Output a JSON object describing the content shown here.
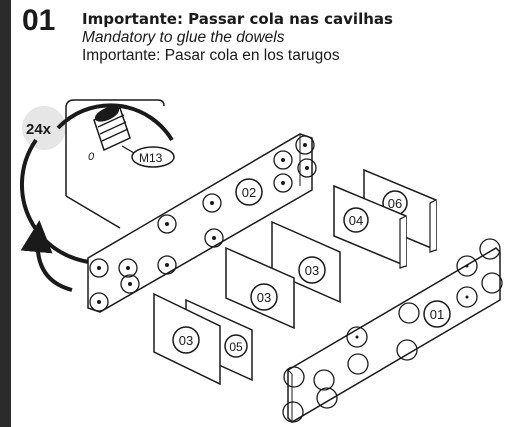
{
  "step": {
    "number": "01"
  },
  "instructions": {
    "pt": "Importante: Passar cola nas cavilhas",
    "en": "Mandatory to glue the dowels",
    "es": "Importante: Pasar cola en los tarugos"
  },
  "detail": {
    "quantity": "24x",
    "part_code": "M13",
    "mark": "0"
  },
  "panels": [
    {
      "label": "01"
    },
    {
      "label": "02"
    },
    {
      "label": "03"
    },
    {
      "label": "03"
    },
    {
      "label": "03"
    },
    {
      "label": "04"
    },
    {
      "label": "05"
    },
    {
      "label": "06"
    }
  ],
  "colors": {
    "ink": "#1a1a1a",
    "bar": "#2b2b2b",
    "badge": "#e6e6e6"
  }
}
